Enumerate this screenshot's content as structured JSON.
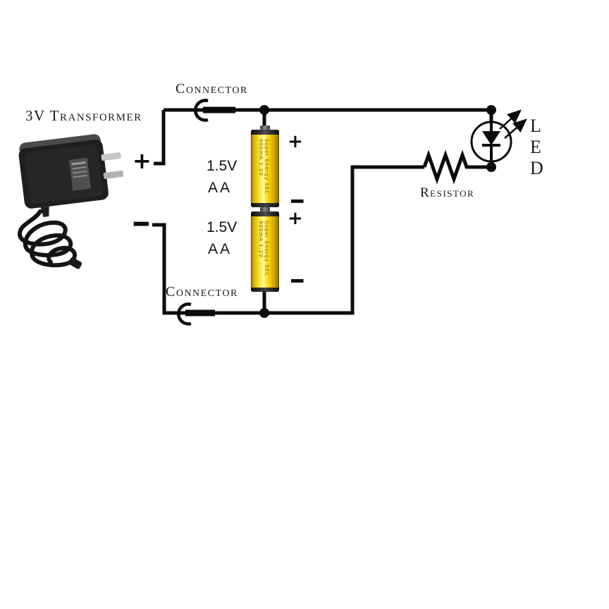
{
  "diagram": {
    "transformer": {
      "label": "3V Transformer",
      "plus": "+",
      "minus": "−"
    },
    "connector_top": {
      "label": "Connector"
    },
    "connector_bottom": {
      "label": "Connector"
    },
    "batteries": {
      "top": {
        "voltage": "1.5V",
        "size": "AA",
        "plus": "+",
        "minus": "−",
        "print": "Super Energy SEC 900mA 1.2V"
      },
      "bottom": {
        "voltage": "1.5V",
        "size": "AA",
        "plus": "+",
        "minus": "−",
        "print": "Super Energy SEC 900mA 1.2V"
      }
    },
    "resistor": {
      "label": "Resistor"
    },
    "led": {
      "letters": [
        "L",
        "E",
        "D"
      ]
    }
  },
  "colors": {
    "wire": "#0b0b0b",
    "battery_yellow": "#f6d600",
    "background": "#ffffff"
  }
}
